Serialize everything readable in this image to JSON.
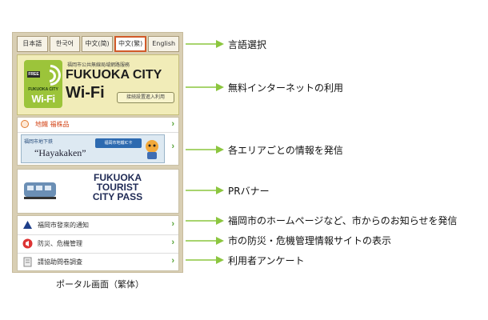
{
  "languages": [
    "日本語",
    "한국어",
    "中文(简)",
    "中文(繁)",
    "English"
  ],
  "wifi": {
    "badge": "FREE",
    "logo_small": "FUKUOKA CITY",
    "logo_big": "Wi-Fi",
    "subtitle": "福岡市公共無線局域網路服務",
    "title_line1": "FUKUOKA CITY",
    "title_line2": "Wi-Fi",
    "button": "接続設置進入利用"
  },
  "area": {
    "row_label": "地鐵 福株品",
    "banner_tag": "福岡市地下鉄",
    "banner_card": "福岡市地鐵IC卡",
    "banner_name": "“Hayakaken”"
  },
  "city_pass": {
    "lines": [
      "FUKUOKA",
      "TOURIST",
      "CITY PASS"
    ]
  },
  "menu": [
    {
      "label": "福岡市發來的通知",
      "icon": "city-emblem-icon"
    },
    {
      "label": "防災、危機管理",
      "icon": "megaphone-icon"
    },
    {
      "label": "請協助問卷調査",
      "icon": "survey-icon"
    }
  ],
  "caption": "ポータル画面（繁体）",
  "annotations": [
    "言語選択",
    "無料インターネットの利用",
    "各エリアごとの情報を発信",
    "PRバナー",
    "福岡市のホームページなど、市からのお知らせを発信",
    "市の防災・危機管理情報サイトの表示",
    "利用者アンケート"
  ],
  "colors": {
    "arrow": "#8cc63f",
    "frame": "#d9cfb4",
    "chevron": "#5aa53a",
    "wifi_green": "#9cc43a"
  }
}
